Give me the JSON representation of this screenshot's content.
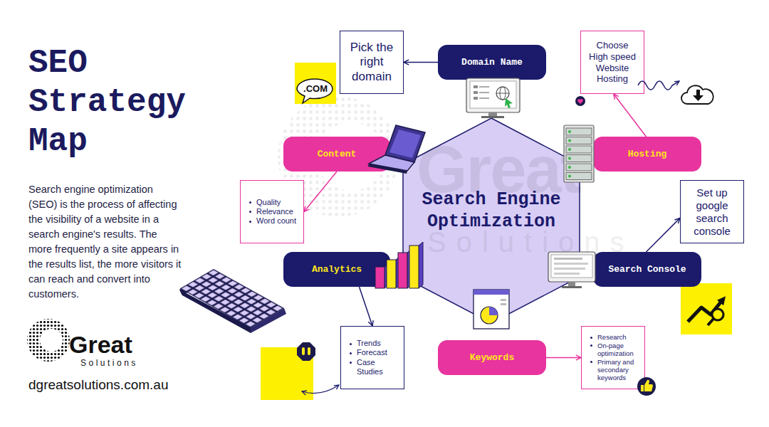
{
  "diagram": {
    "title": "SEO Strategy Map",
    "nodes": [
      {
        "text": [
          "Pick the right domain"
        ]
      },
      {
        "text": [
          "Domain Name"
        ]
      },
      {
        "text": [
          "Choose High speed Website Hosting"
        ]
      },
      {
        "text": [
          "Content"
        ]
      },
      {
        "text": [
          "Hosting"
        ]
      },
      {
        "text": [
          "Quality",
          "Relevance",
          "Word count"
        ]
      },
      {
        "text": [
          "Search Engine Optimization"
        ]
      },
      {
        "text": [
          "Set up google search console"
        ]
      },
      {
        "text": [
          "Analytics"
        ]
      },
      {
        "text": [
          "Search Console"
        ]
      },
      {
        "text": [
          "Trends",
          "Forecast",
          "Case Studies"
        ]
      },
      {
        "text": [
          "Keywords"
        ]
      },
      {
        "text": [
          "Research",
          "On-page optimization",
          "Primary and secondary keywords"
        ]
      }
    ],
    "edges": [
      {
        "from": 1,
        "to": 0,
        "arrow": "to"
      },
      {
        "from": 4,
        "to": 2,
        "arrow": "to"
      },
      {
        "from": 3,
        "to": 5,
        "arrow": "to"
      },
      {
        "from": 9,
        "to": 7,
        "arrow": "to"
      },
      {
        "from": 8,
        "to": 10,
        "arrow": "to"
      },
      {
        "from": 11,
        "to": 12,
        "arrow": "to"
      }
    ],
    "labels": [
      "Search engine optimization (SEO) is the process of affecting the visibility of a website in a search engine's results. The more frequently a site appears in the results list, the more visitors it can reach and convert into customers.",
      ".COM",
      "Great",
      "Solutions",
      "Great",
      "Solutions",
      "dgreatsolutions.com.au"
    ]
  }
}
